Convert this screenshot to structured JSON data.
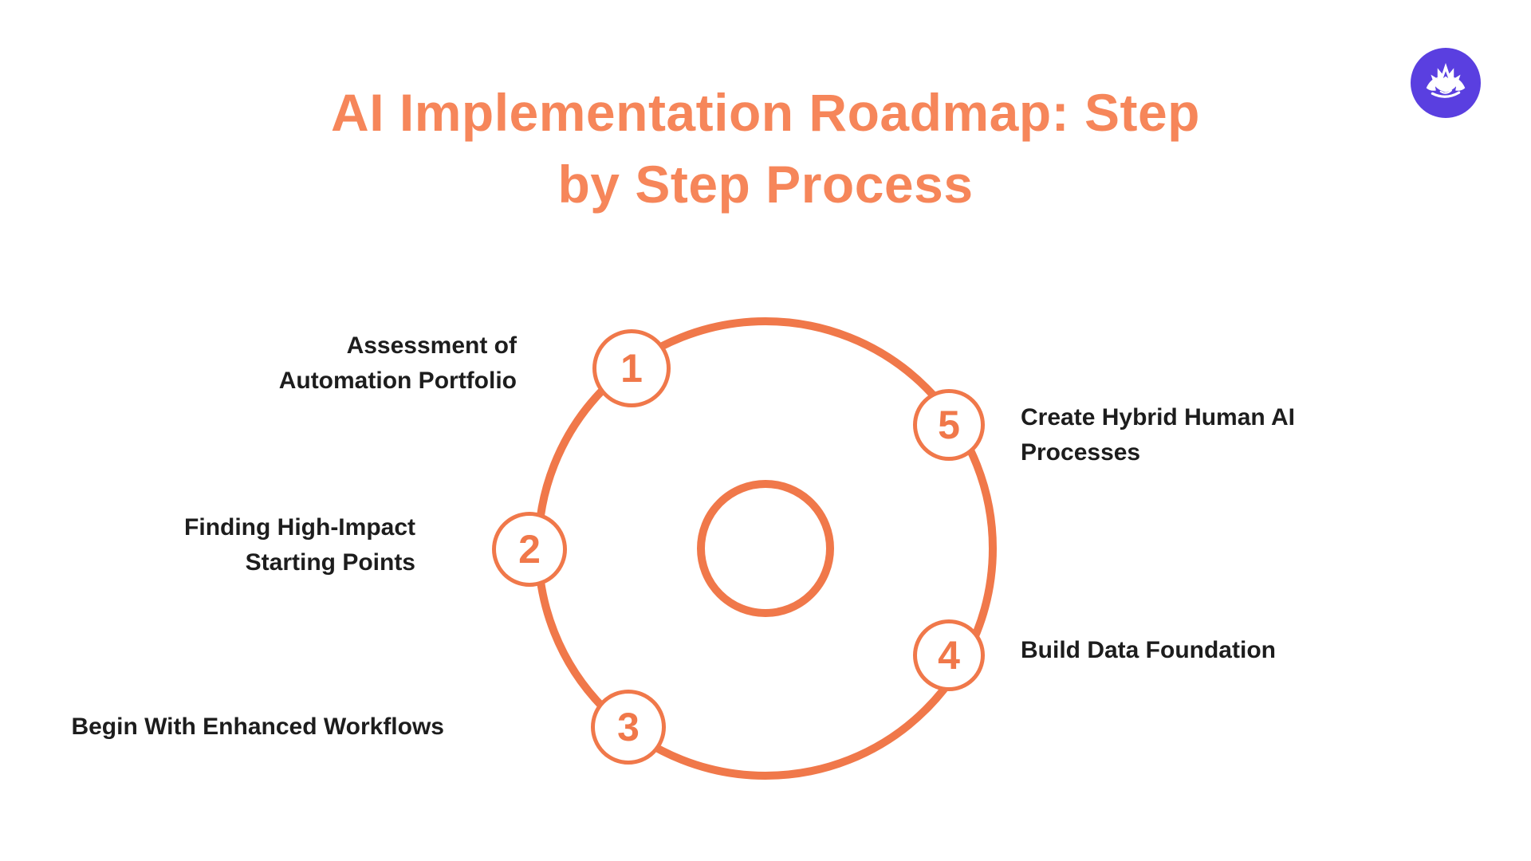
{
  "title": {
    "line1": "AI Implementation Roadmap: Step",
    "line2": "by Step Process"
  },
  "logo": {
    "icon": "lotus-icon"
  },
  "diagram": {
    "steps": [
      {
        "number": "1",
        "lines": [
          "Assessment of",
          "Automation Portfolio"
        ]
      },
      {
        "number": "2",
        "lines": [
          "Finding High-Impact",
          "Starting Points"
        ]
      },
      {
        "number": "3",
        "lines": [
          "Begin With Enhanced Workflows"
        ]
      },
      {
        "number": "4",
        "lines": [
          "Build Data Foundation"
        ]
      },
      {
        "number": "5",
        "lines": [
          "Create Hybrid Human AI",
          "Processes"
        ]
      }
    ]
  },
  "colors": {
    "background": "#FFFFFF",
    "title_orange": "#F6865A",
    "accent_orange": "#F0784A",
    "label_black": "#1D1D1D",
    "logo_purple": "#5A3FE0"
  }
}
